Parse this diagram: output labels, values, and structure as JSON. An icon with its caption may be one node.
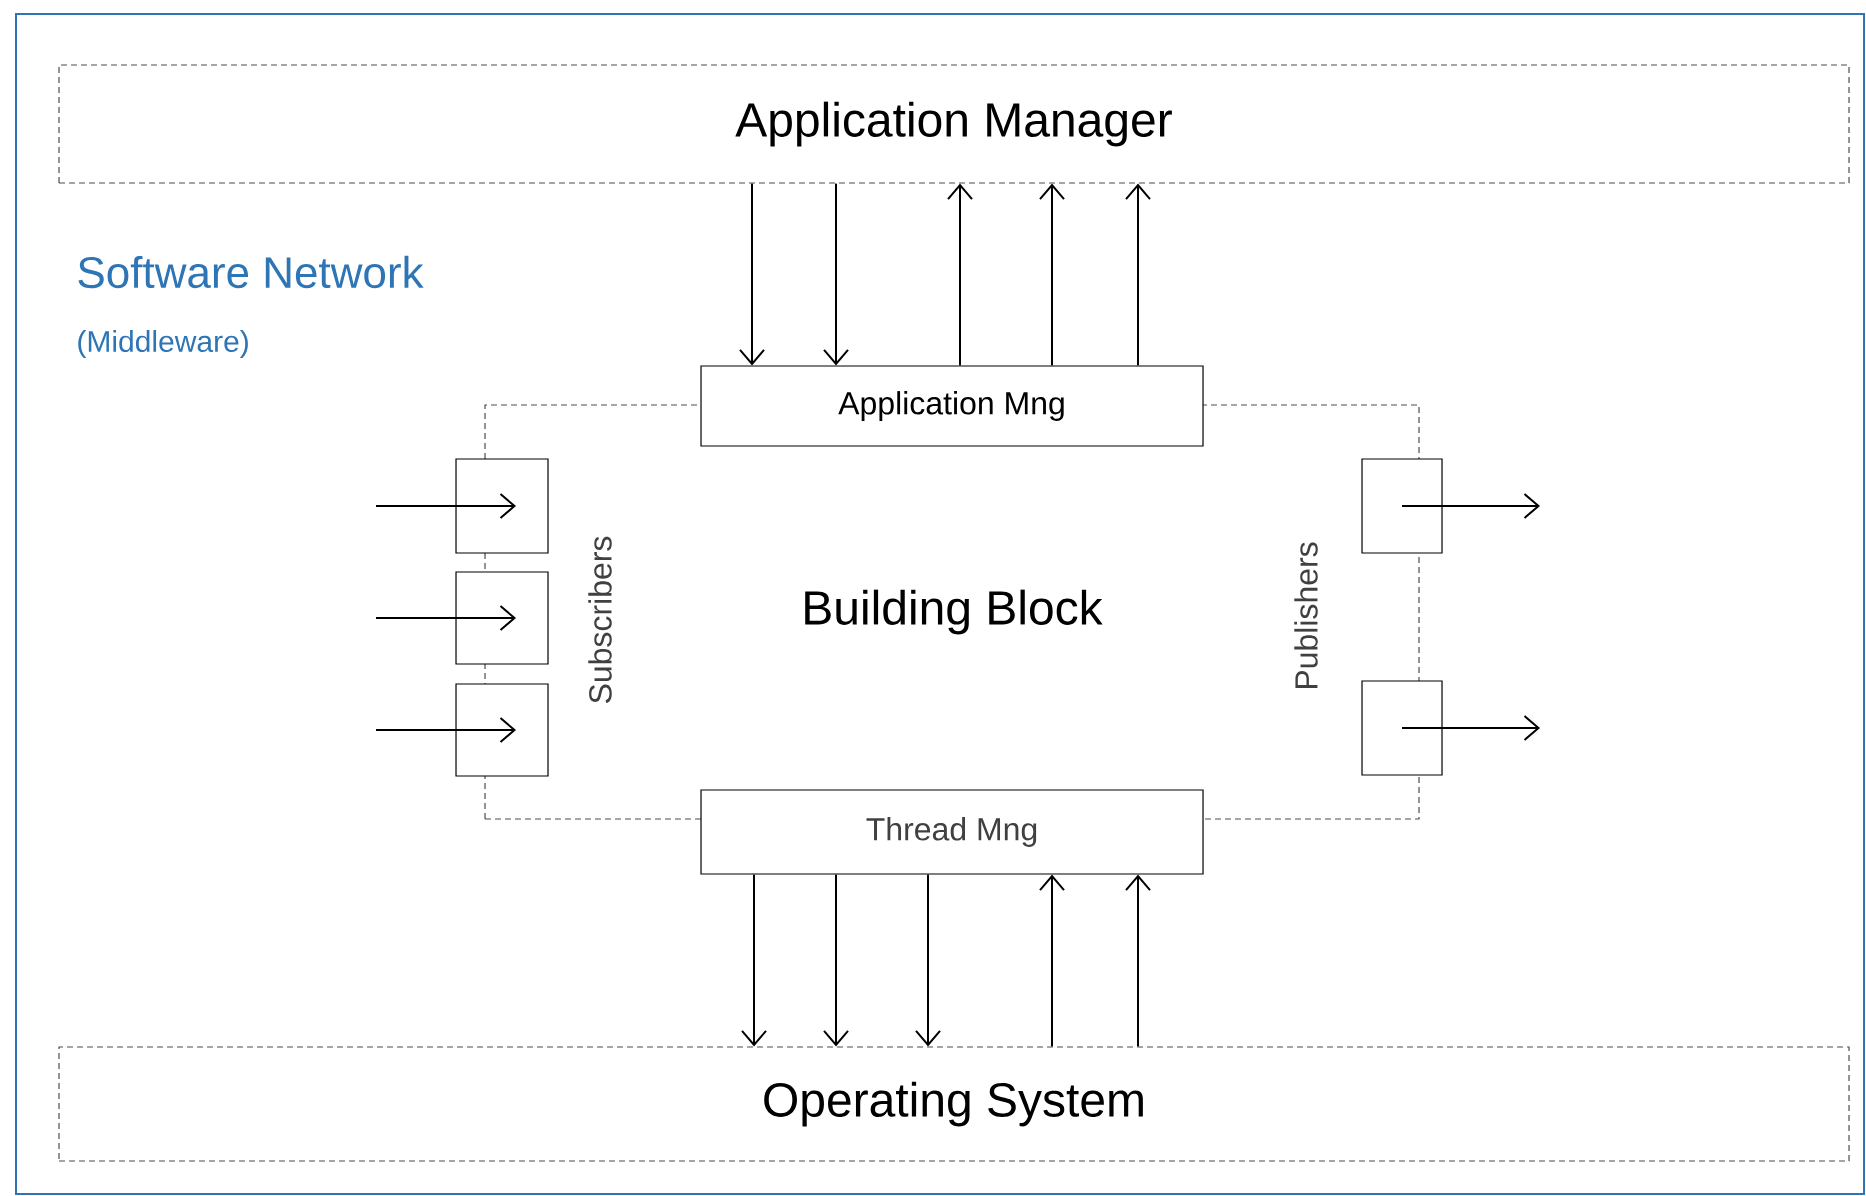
{
  "diagram": {
    "nodes": [
      {
        "text": [
          "Software Network",
          "(Middleware)"
        ]
      },
      {
        "text": [
          "Application Manager"
        ],
        "in": 0
      },
      {
        "text": [
          "Building Block"
        ],
        "in": 0
      },
      {
        "text": [
          "Application Mng"
        ],
        "in": 0
      },
      {
        "text": [],
        "shape": "box",
        "in": 0
      },
      {
        "text": [],
        "shape": "box",
        "in": 0
      },
      {
        "text": [],
        "shape": "box",
        "in": 0
      },
      {
        "text": [],
        "shape": "box",
        "in": 0
      },
      {
        "text": [],
        "shape": "box",
        "in": 0
      },
      {
        "text": [
          "Thread Mng"
        ],
        "in": 0
      },
      {
        "text": [
          "Operating System"
        ],
        "in": 0
      }
    ],
    "edges": [
      {
        "from": 1,
        "to": 3,
        "arrow": "to"
      },
      {
        "from": 1,
        "to": 3,
        "arrow": "to"
      },
      {
        "from": 3,
        "to": 1,
        "arrow": "to"
      },
      {
        "from": 3,
        "to": 1,
        "arrow": "to"
      },
      {
        "from": 3,
        "to": 1,
        "arrow": "to"
      },
      {
        "from": null,
        "to": 4,
        "arrow": "to"
      },
      {
        "from": null,
        "to": 5,
        "arrow": "to"
      },
      {
        "from": null,
        "to": 6,
        "arrow": "to"
      },
      {
        "from": 7,
        "to": null,
        "arrow": "to"
      },
      {
        "from": 8,
        "to": null,
        "arrow": "to"
      },
      {
        "from": 9,
        "to": 10,
        "arrow": "to"
      },
      {
        "from": 9,
        "to": 10,
        "arrow": "to"
      },
      {
        "from": 9,
        "to": 10,
        "arrow": "to"
      },
      {
        "from": 10,
        "to": 9,
        "arrow": "to"
      },
      {
        "from": 10,
        "to": 9,
        "arrow": "to"
      }
    ],
    "labels": [
      "Subscribers",
      "Publishers"
    ]
  }
}
